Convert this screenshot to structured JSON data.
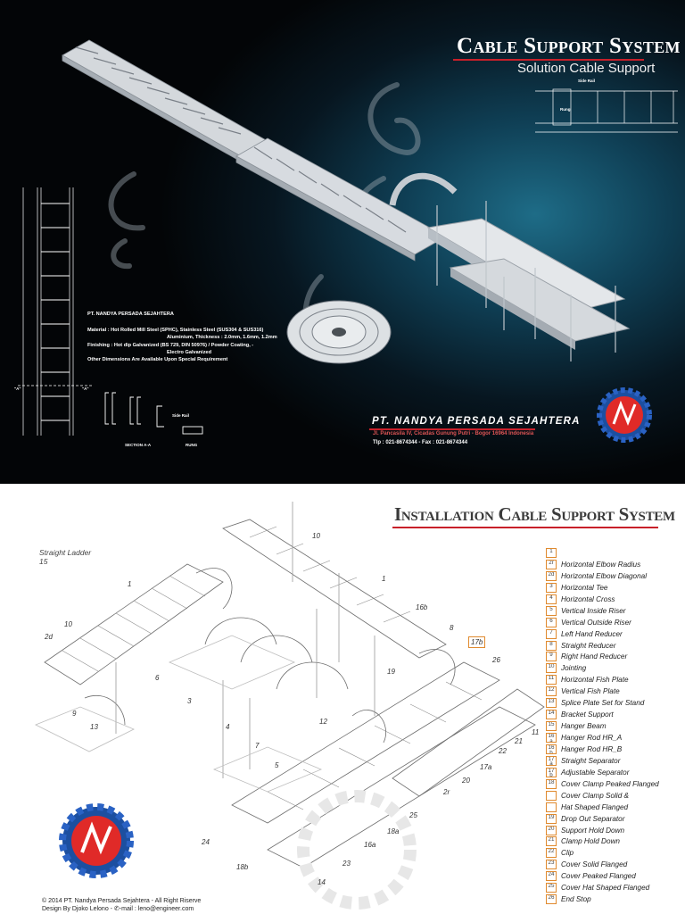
{
  "top": {
    "title": "Cable Support System",
    "subtitle": "Solution Cable Support",
    "spec": {
      "company": "PT. NANDYA PERSADA SEJAHTERA",
      "material_line1": "Material : Hot Rolled Mill Steel (SPHC), Stainless Steel (SUS304 & SUS316)",
      "material_line2": "Aluminium, Thickness : 2.0mm, 1.6mm, 1.2mm",
      "finishing_line1": "Finishing : Hot dip Galvanized (BS 729, DIN 50976) / Powder Coating, -",
      "finishing_line2": "Electro Galvanized",
      "other": "Other Dimensions Are Available Upon Special Requirement"
    },
    "brand": "PT. NANDYA PERSADA SEJAHTERA",
    "address": "Jl. Pancasila IV, Cicadas Gunung Putri - Bogor 16964 Indonesia",
    "phone": "Tlp : 021-8674344 - Fax : 021-8674344",
    "drawing_labels": {
      "side_rail": "Side Rail",
      "rung": "Rung",
      "section": "SECTION A-A",
      "rung_caption": "RUNG",
      "marker_a": "\"A\""
    },
    "colors": {
      "accent_red": "#c8202a",
      "bg_teal": "#1e6c87"
    }
  },
  "bottom": {
    "title": "Installation Cable Support System",
    "straight_label": "Straight Ladder",
    "straight_num": "15",
    "legend": [
      {
        "num": "1",
        "name": ""
      },
      {
        "num": "2r",
        "name": "Horizontal Elbow Radius"
      },
      {
        "num": "2d",
        "name": "Horizontal Elbow Diagonal"
      },
      {
        "num": "3",
        "name": "Horizontal Tee"
      },
      {
        "num": "4",
        "name": "Horizontal Cross"
      },
      {
        "num": "5",
        "name": "Vertical Inside Riser"
      },
      {
        "num": "6",
        "name": "Vertical Outside Riser"
      },
      {
        "num": "7",
        "name": "Left Hand Reducer"
      },
      {
        "num": "8",
        "name": "Straight Reducer"
      },
      {
        "num": "9",
        "name": "Right Hand Reducer"
      },
      {
        "num": "10",
        "name": "Jointing"
      },
      {
        "num": "11",
        "name": "Horizontal Fish Plate"
      },
      {
        "num": "12",
        "name": "Vertical Fish Plate"
      },
      {
        "num": "13",
        "name": "Splice Plate Set for Stand"
      },
      {
        "num": "14",
        "name": "Bracket Support"
      },
      {
        "num": "15",
        "name": "Hanger Beam"
      },
      {
        "num": "16 a",
        "name": "Hanger Rod HR_A"
      },
      {
        "num": "16 b",
        "name": "Hanger Rod HR_B"
      },
      {
        "num": "17 a",
        "name": "Straight Separator"
      },
      {
        "num": "17 b",
        "name": "Adjustable Separator"
      },
      {
        "num": "18",
        "name": "Cover Clamp Peaked Flanged"
      },
      {
        "num": "",
        "name": "Cover Clamp Solid &"
      },
      {
        "num": "",
        "name": "Hat Shaped Flanged"
      },
      {
        "num": "19",
        "name": "Drop Out Separator"
      },
      {
        "num": "20",
        "name": "Support Hold Down"
      },
      {
        "num": "21",
        "name": "Clamp Hold Down"
      },
      {
        "num": "22",
        "name": "Clip"
      },
      {
        "num": "23",
        "name": "Cover Solid Flanged"
      },
      {
        "num": "24",
        "name": "Cover Peaked Flanged"
      },
      {
        "num": "25",
        "name": "Cover Hat Shaped Flanged"
      },
      {
        "num": "26",
        "name": "End Stop"
      }
    ],
    "callouts": [
      "10",
      "1",
      "1",
      "16b",
      "2d",
      "10",
      "6",
      "3",
      "8",
      "17b",
      "26",
      "19",
      "9",
      "13",
      "4",
      "12",
      "7",
      "5",
      "11",
      "21",
      "22",
      "20",
      "17a",
      "2r",
      "25",
      "18a",
      "24",
      "16a",
      "23",
      "18b",
      "14"
    ],
    "copyright_line1": "© 2014 PT. Nandya Persada Sejahtera - All Right Riserve",
    "copyright_line2": "Design By Djoko Lelono - ✆-mail : leno@engineer.com"
  }
}
